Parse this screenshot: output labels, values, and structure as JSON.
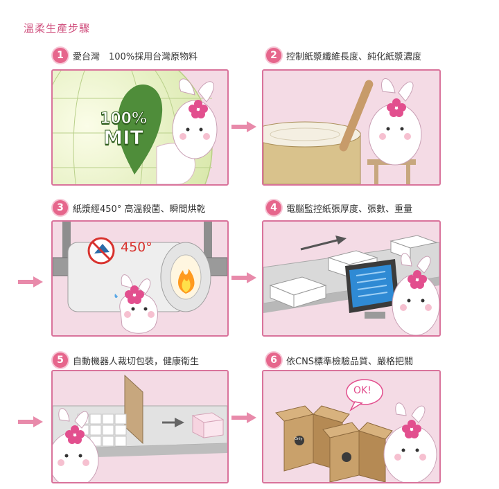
{
  "page": {
    "title": "溫柔生產步驟"
  },
  "steps": [
    {
      "number": "1",
      "label": "愛台灣　100%採用台灣原物料"
    },
    {
      "number": "2",
      "label": "控制紙漿纖維長度、純化紙漿濃度"
    },
    {
      "number": "3",
      "label": "紙漿經450° 高溫殺菌、瞬間烘乾"
    },
    {
      "number": "4",
      "label": "電腦監控紙張厚度、張數、重量"
    },
    {
      "number": "5",
      "label": "自動機器人裁切包裝，健康衛生"
    },
    {
      "number": "6",
      "label": "依CNS標準檢驗品質、嚴格把關"
    }
  ],
  "panels": {
    "mit_badge_top": "100%",
    "mit_badge_bottom": "MIT",
    "temperature": "450°",
    "ok_bubble": "OK!",
    "box_logo": "Only"
  },
  "colors": {
    "accent": "#e6668c",
    "border": "#d9739b",
    "arrow": "#e88aaa",
    "title": "#d0507e"
  }
}
